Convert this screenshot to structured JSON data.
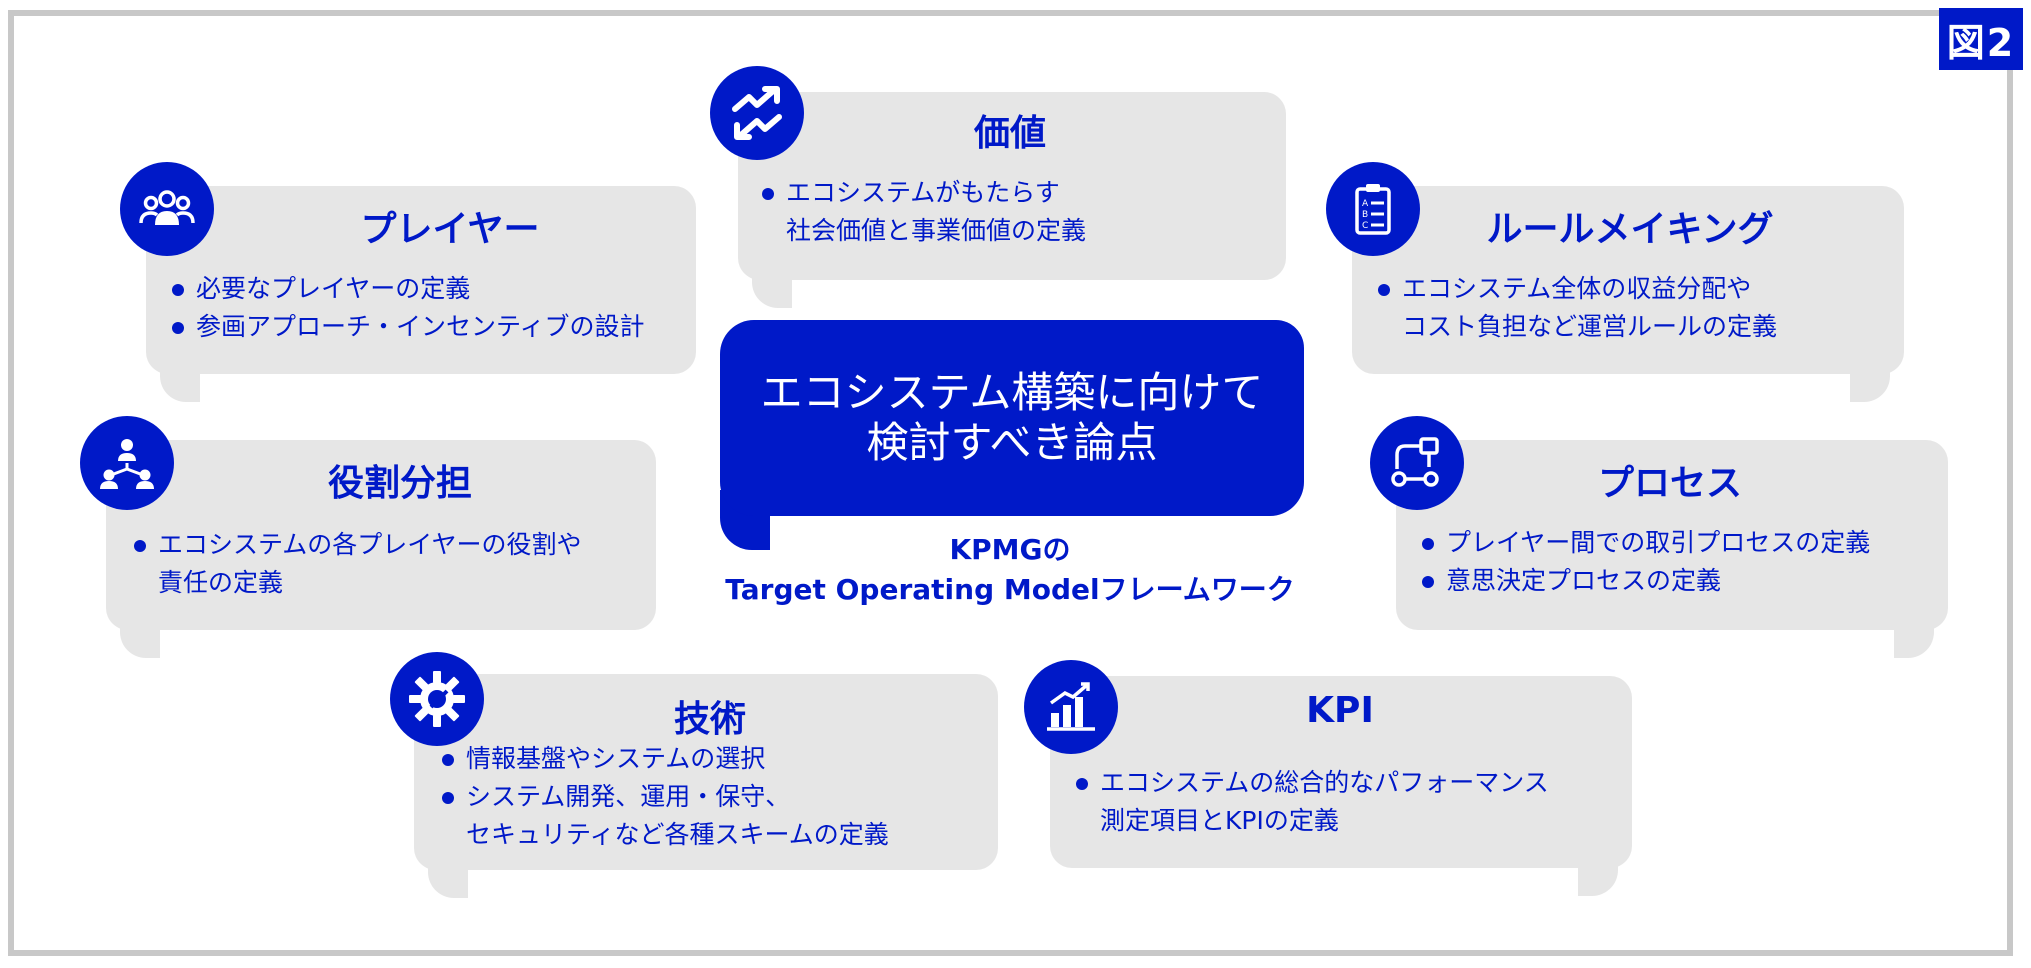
{
  "figure_label": "図2",
  "center": {
    "line1": "エコシステム構築に向けて",
    "line2": "検討すべき論点",
    "caption_line1": "KPMGの",
    "caption_line2": "Target Operating Modelフレームワーク"
  },
  "items": [
    {
      "key": "value",
      "title": "価値",
      "icon": "exchange-trend-icon",
      "bullets": [
        [
          "エコシステムがもたらす",
          "社会価値と事業価値の定義"
        ]
      ]
    },
    {
      "key": "player",
      "title": "プレイヤー",
      "icon": "people-group-icon",
      "bullets": [
        [
          "必要なプレイヤーの定義"
        ],
        [
          "参画アプローチ・インセンティブの設計"
        ]
      ]
    },
    {
      "key": "rule",
      "title": "ルールメイキング",
      "icon": "clipboard-checklist-icon",
      "bullets": [
        [
          "エコシステム全体の収益分配や",
          "コスト負担など運営ルールの定義"
        ]
      ]
    },
    {
      "key": "role",
      "title": "役割分担",
      "icon": "org-hierarchy-icon",
      "bullets": [
        [
          "エコシステムの各プレイヤーの役割や",
          "責任の定義"
        ]
      ]
    },
    {
      "key": "process",
      "title": "プロセス",
      "icon": "process-flow-icon",
      "bullets": [
        [
          "プレイヤー間での取引プロセスの定義"
        ],
        [
          "意思決定プロセスの定義"
        ]
      ]
    },
    {
      "key": "tech",
      "title": "技術",
      "icon": "gear-wrench-icon",
      "bullets": [
        [
          "情報基盤やシステムの選択"
        ],
        [
          "システム開発、運用・保守、",
          "セキュリティなど各種スキームの定義"
        ]
      ]
    },
    {
      "key": "kpi",
      "title": "KPI",
      "icon": "bar-chart-icon",
      "bullets": [
        [
          "エコシステムの総合的なパフォーマンス",
          "測定項目とKPIの定義"
        ]
      ]
    }
  ],
  "colors": {
    "primary": "#0019c8",
    "bubble": "#e6e6e6",
    "frame": "#c8c8c8"
  }
}
